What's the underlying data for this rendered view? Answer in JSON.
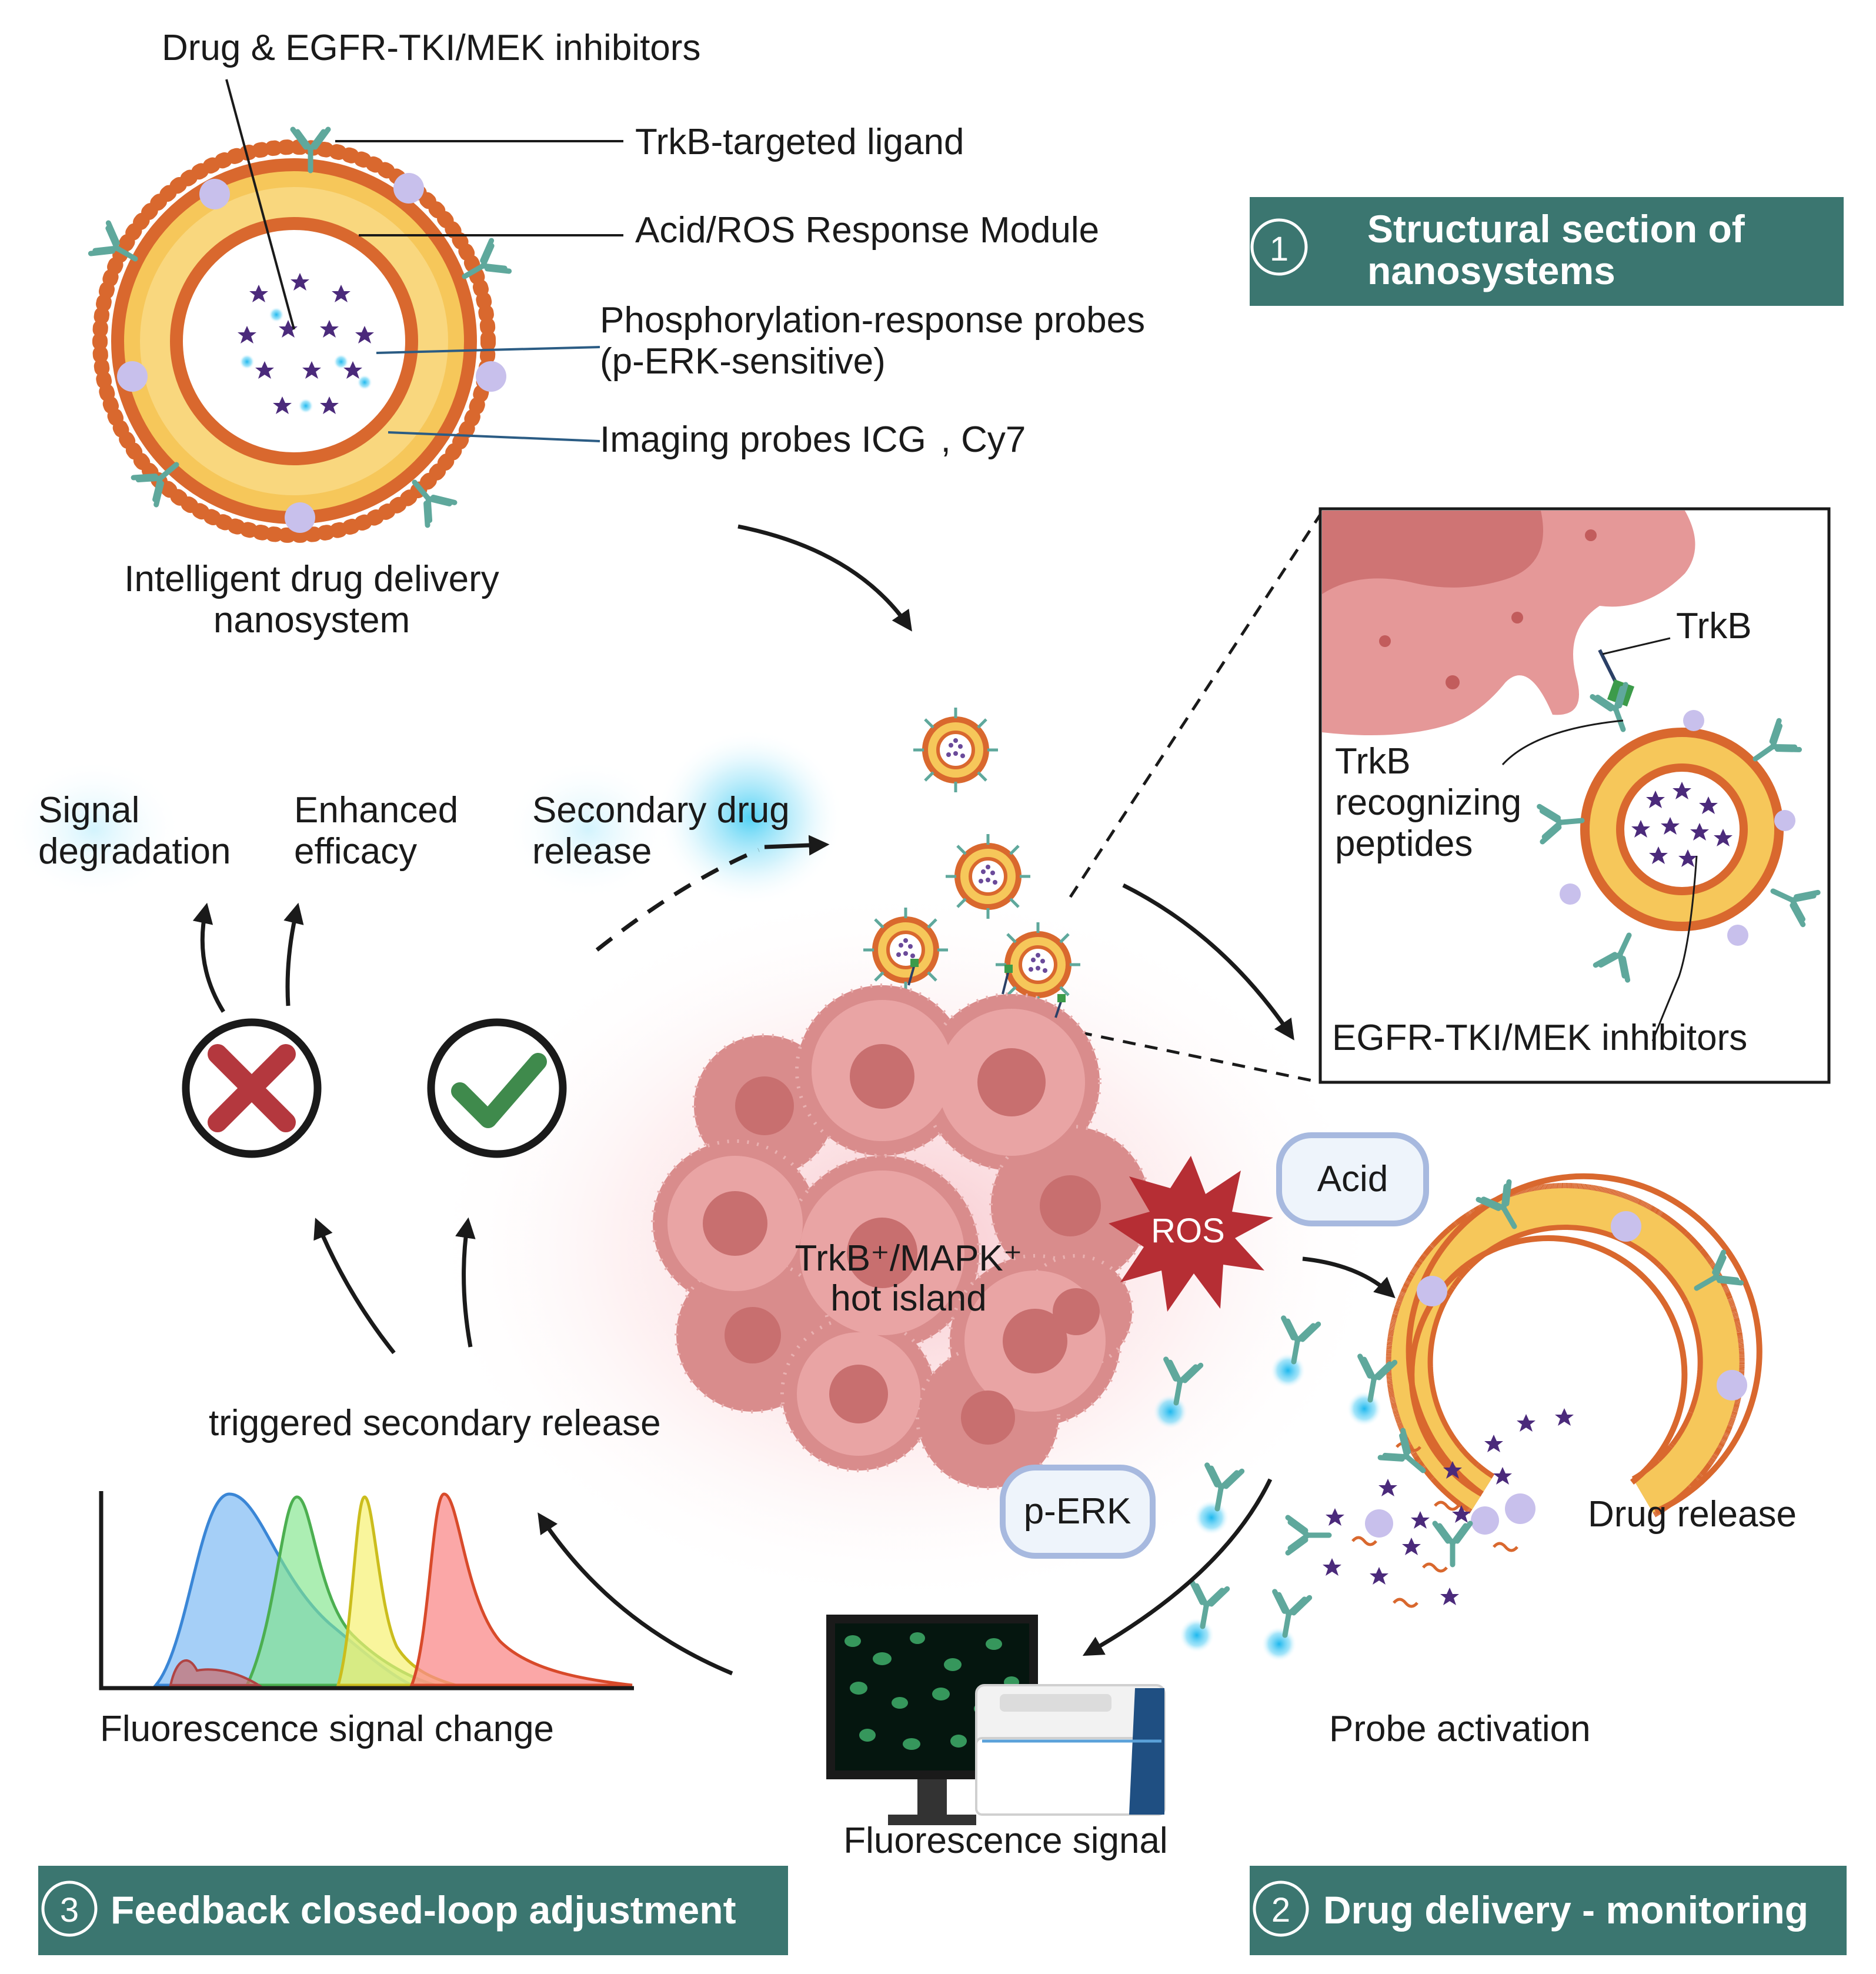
{
  "labels": {
    "drug_inhibitors": "Drug & EGFR-TKI/MEK inhibitors",
    "trkb_ligand": "TrkB-targeted ligand",
    "acid_ros_module": "Acid/ROS Response Module",
    "phospho_probes_1": "Phosphorylation-response probes",
    "phospho_probes_2": "(p-ERK-sensitive)",
    "imaging_probes": "Imaging probes ICG  , Cy7",
    "nanosystem_1": "Intelligent drug delivery",
    "nanosystem_2": "nanosystem",
    "signal_degradation_1": "Signal",
    "signal_degradation_2": "degradation",
    "enhanced_efficacy_1": "Enhanced",
    "enhanced_efficacy_2": "efficacy",
    "secondary_release_1": "Secondary drug",
    "secondary_release_2": "release",
    "trkb": "TrkB",
    "trkb_peptides_1": "TrkB",
    "trkb_peptides_2": "recognizing",
    "trkb_peptides_3": "peptides",
    "egfr_inhibitors": "EGFR-TKI/MEK inhibitors",
    "acid": "Acid",
    "ros": "ROS",
    "hot_island_1": "TrkB⁺/MAPK⁺",
    "hot_island_2": "hot island",
    "p_erk": "p-ERK",
    "triggered_release": "triggered secondary release",
    "fluorescence_change": "Fluorescence signal change",
    "drug_release": "Drug release",
    "probe_activation": "Probe activation",
    "fluorescence_signal": "Fluorescence signal"
  },
  "sections": [
    {
      "number": "1",
      "title_1": "Structural section of",
      "title_2": "nanosystems"
    },
    {
      "number": "2",
      "title": "Drug delivery - monitoring"
    },
    {
      "number": "3",
      "title": "Feedback closed-loop adjustment"
    }
  ],
  "colors": {
    "section_bg": "#3b7670",
    "membrane_orange": "#d9682e",
    "membrane_yellow": "#f6c75a",
    "cell_pink": "#e59898",
    "ros_red": "#b62e34",
    "cross_red": "#b4383e",
    "check_green": "#3f8a4c",
    "glow_cyan": "#33c9f2",
    "drug_purple": "#4b2a7b",
    "antibody_teal": "#5fa89c"
  },
  "icons": [
    "cross-icon",
    "check-icon",
    "monitor-icon",
    "imaging-device-icon",
    "antibody-icon",
    "drug-star-icon"
  ]
}
